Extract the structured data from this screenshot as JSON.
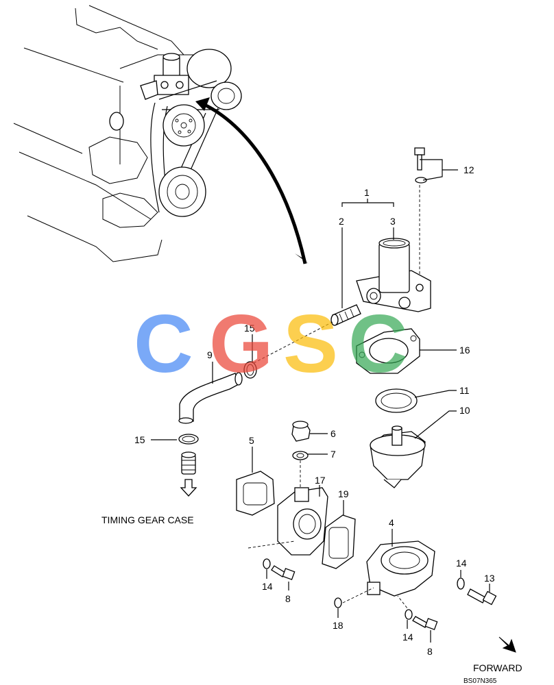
{
  "diagram": {
    "callouts": {
      "c1": "1",
      "c2": "2",
      "c3": "3",
      "c4": "4",
      "c5": "5",
      "c6": "6",
      "c7": "7",
      "c8a": "8",
      "c8b": "8",
      "c9": "9",
      "c10": "10",
      "c11": "11",
      "c12": "12",
      "c13": "13",
      "c14a": "14",
      "c14b": "14",
      "c14c": "14",
      "c15a": "15",
      "c15b": "15",
      "c16": "16",
      "c17": "17",
      "c18": "18",
      "c19": "19"
    },
    "timing_gear_case_label": "TIMING GEAR CASE",
    "forward_label": "FORWARD",
    "figure_code": "BS07N365"
  },
  "watermark": {
    "letters": [
      "C",
      "G",
      "S",
      "C"
    ],
    "colors": [
      "#4285F4",
      "#EA4335",
      "#FBBC05",
      "#34A853"
    ]
  }
}
